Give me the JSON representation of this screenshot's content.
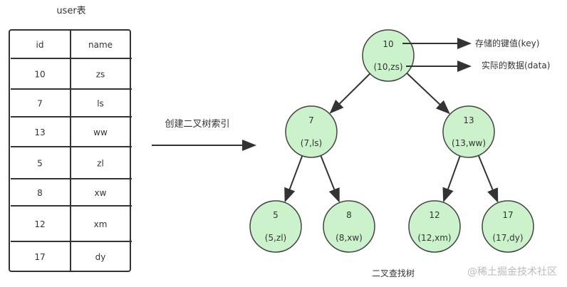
{
  "table": {
    "title": "user表",
    "headers": [
      "id",
      "name"
    ],
    "rows": [
      [
        "10",
        "zs"
      ],
      [
        "7",
        "ls"
      ],
      [
        "13",
        "ww"
      ],
      [
        "5",
        "zl"
      ],
      [
        "8",
        "xw"
      ],
      [
        "12",
        "xm"
      ],
      [
        "17",
        "dy"
      ]
    ]
  },
  "arrow_label": "创建二叉树索引",
  "tree": {
    "caption": "二叉查找树",
    "nodes": [
      {
        "key": "10",
        "data": "(10,zs)"
      },
      {
        "key": "7",
        "data": "(7,ls)"
      },
      {
        "key": "13",
        "data": "(13,ww)"
      },
      {
        "key": "5",
        "data": "(5,zl)"
      },
      {
        "key": "8",
        "data": "(8,xw)"
      },
      {
        "key": "12",
        "data": "(12,xm)"
      },
      {
        "key": "17",
        "data": "(17,dy)"
      }
    ],
    "node_fill": "#ccf2cc",
    "annotations": {
      "key": "存储的键值(key)",
      "data": "实际的数据(data)"
    }
  },
  "watermark": "@稀土掘金技术社区"
}
